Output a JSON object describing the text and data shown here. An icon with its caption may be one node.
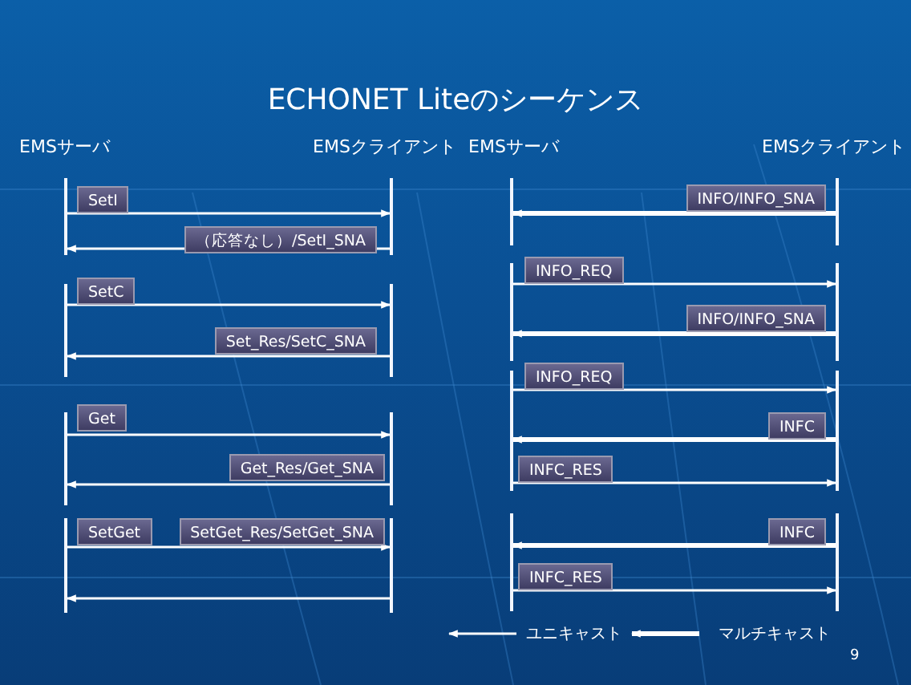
{
  "diagram": {
    "title": "ECHONET Liteのシーケンス",
    "nodes": [
      {
        "text": [],
        "shape": "bar"
      },
      {
        "text": [],
        "shape": "bar"
      },
      {
        "text": [],
        "shape": "bar"
      },
      {
        "text": [],
        "shape": "bar"
      },
      {
        "text": [],
        "shape": "bar"
      },
      {
        "text": [],
        "shape": "bar"
      },
      {
        "text": [],
        "shape": "bar"
      },
      {
        "text": [],
        "shape": "bar"
      },
      {
        "text": [],
        "shape": "bar"
      },
      {
        "text": [],
        "shape": "bar"
      },
      {
        "text": [],
        "shape": "bar"
      },
      {
        "text": [],
        "shape": "bar"
      },
      {
        "text": [],
        "shape": "bar"
      },
      {
        "text": [],
        "shape": "bar"
      },
      {
        "text": [],
        "shape": "bar"
      },
      {
        "text": [],
        "shape": "bar"
      }
    ],
    "edges": [
      {
        "from": 0,
        "to": 4,
        "arrow": "to",
        "label": "SetI"
      },
      {
        "from": 4,
        "to": 0,
        "arrow": "to",
        "label": "（応答なし）/SetI_SNA"
      },
      {
        "from": 1,
        "to": 5,
        "arrow": "to",
        "label": "SetC"
      },
      {
        "from": 5,
        "to": 1,
        "arrow": "to",
        "label": "Set_Res/SetC_SNA"
      },
      {
        "from": 2,
        "to": 6,
        "arrow": "to",
        "label": "Get"
      },
      {
        "from": 6,
        "to": 2,
        "arrow": "to",
        "label": "Get_Res/Get_SNA"
      },
      {
        "from": 3,
        "to": 7,
        "arrow": "to",
        "label": "SetGet"
      },
      {
        "from": 7,
        "to": 3,
        "arrow": "to"
      },
      {
        "from": 12,
        "to": 8,
        "arrow": "to",
        "label": "INFO/INFO_SNA",
        "style": "thick"
      },
      {
        "from": 9,
        "to": 13,
        "arrow": "to",
        "label": "INFO_REQ"
      },
      {
        "from": 13,
        "to": 9,
        "arrow": "to",
        "label": "INFO/INFO_SNA",
        "style": "thick"
      },
      {
        "from": 10,
        "to": 14,
        "arrow": "to",
        "label": "INFO_REQ"
      },
      {
        "from": 14,
        "to": 10,
        "arrow": "to",
        "label": "INFC",
        "style": "thick"
      },
      {
        "from": 10,
        "to": 14,
        "arrow": "to",
        "label": "INFC_RES"
      },
      {
        "from": 15,
        "to": 11,
        "arrow": "to",
        "label": "INFC",
        "style": "thick"
      },
      {
        "from": 11,
        "to": 15,
        "arrow": "to",
        "label": "INFC_RES"
      }
    ],
    "labels": [
      "EMSサーバ",
      "EMSクライアント",
      "EMSサーバ",
      "EMSクライアント",
      "SetGet_Res/SetGet_SNA",
      "9"
    ],
    "legend": [
      {
        "text": "ユニキャスト"
      },
      {
        "text": "マルチキャスト"
      }
    ]
  }
}
